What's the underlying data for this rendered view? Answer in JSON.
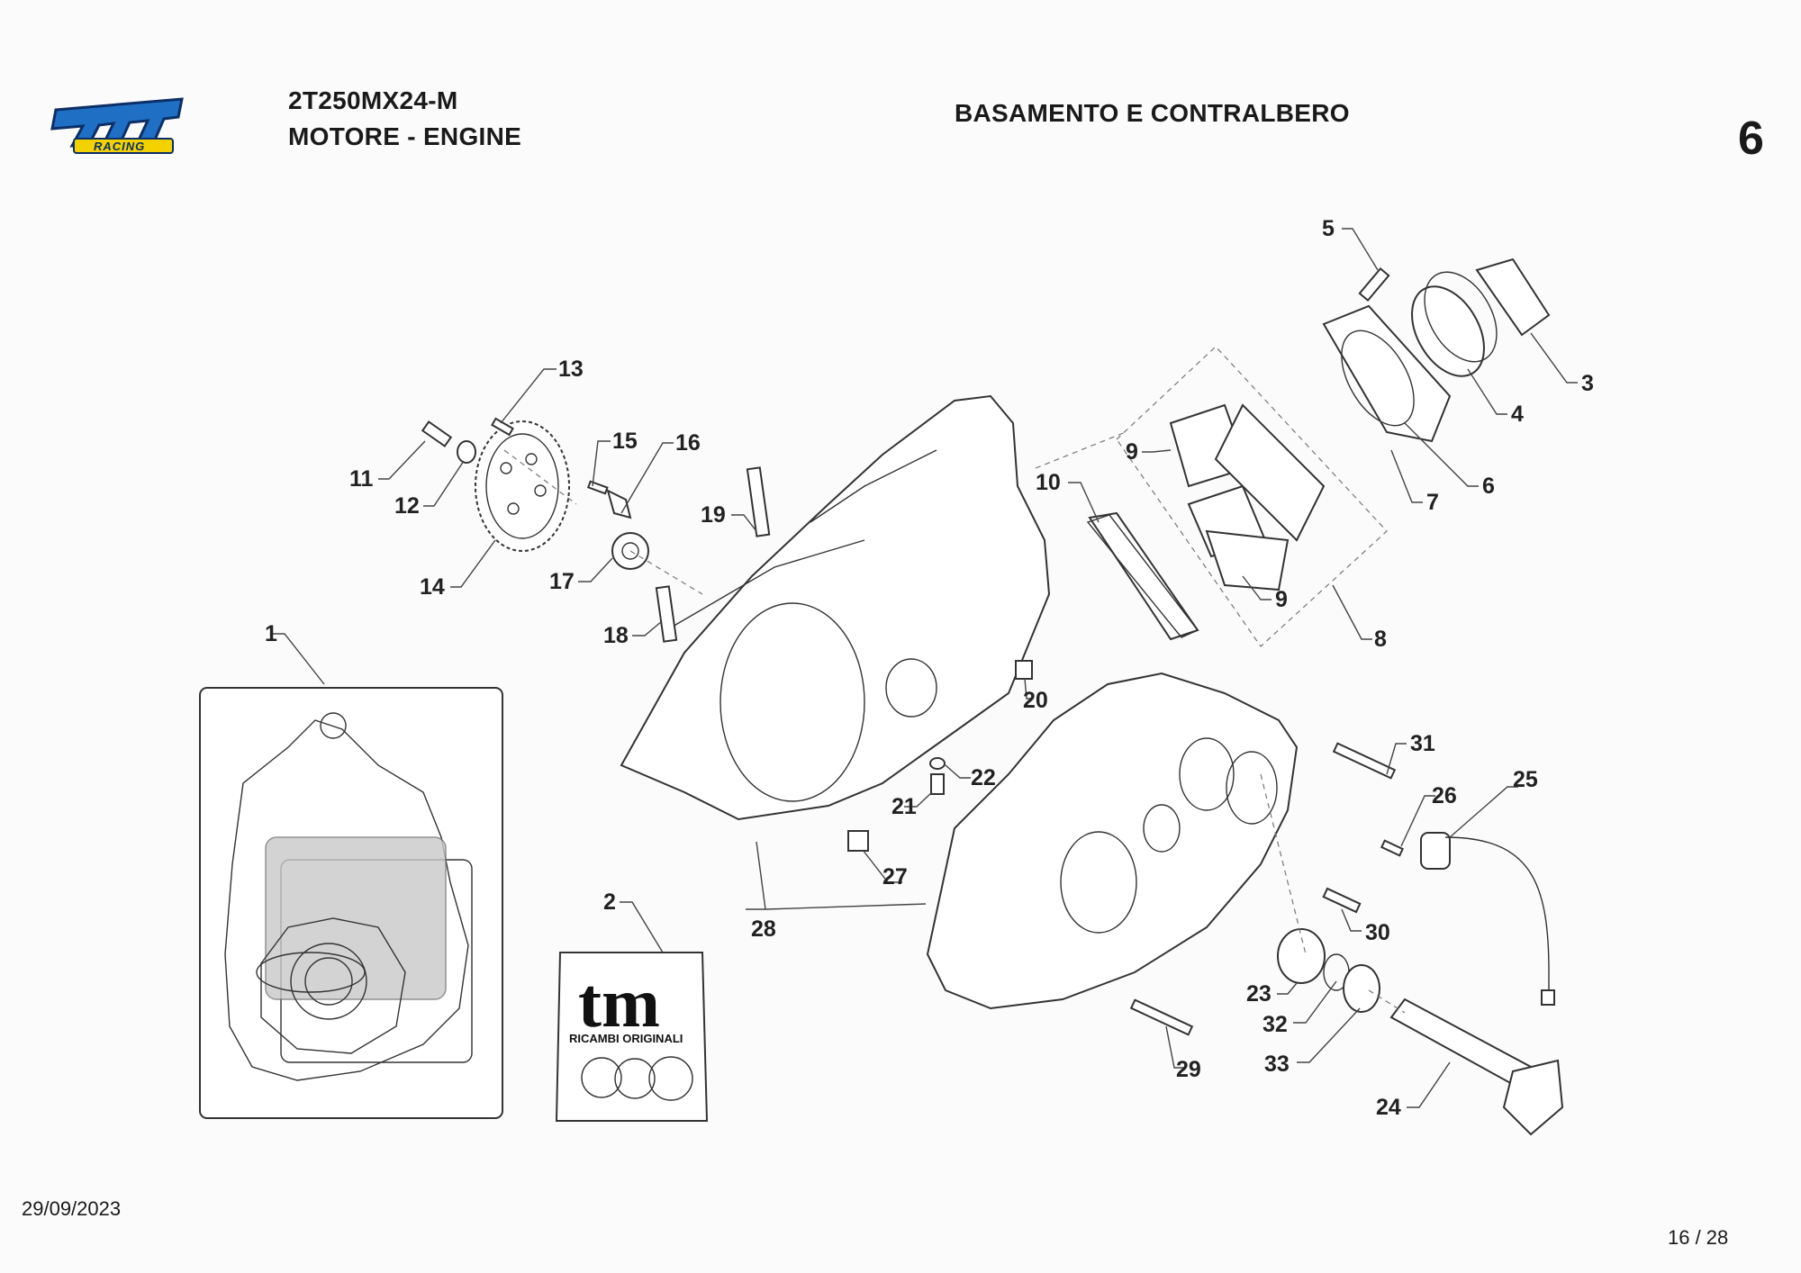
{
  "header": {
    "model": "2T250MX24-M",
    "section": "MOTORE - ENGINE",
    "title": "BASAMENTO E CONTRALBERO",
    "table_number": "6"
  },
  "logo": {
    "mark": "tm",
    "sub": "RACING",
    "icon": "tm-racing-logo",
    "color": "#1f6fc4"
  },
  "kit_bag": {
    "mark": "tm",
    "caption": "RICAMBI ORIGINALI",
    "icon": "spare-parts-bag-icon"
  },
  "callouts": [
    "1",
    "2",
    "3",
    "4",
    "5",
    "6",
    "7",
    "8",
    "9",
    "9",
    "10",
    "11",
    "12",
    "13",
    "14",
    "15",
    "16",
    "17",
    "18",
    "19",
    "20",
    "21",
    "22",
    "23",
    "24",
    "25",
    "26",
    "27",
    "28",
    "29",
    "30",
    "31",
    "32",
    "33"
  ],
  "footer": {
    "date": "29/09/2023",
    "page": "16 / 28"
  }
}
